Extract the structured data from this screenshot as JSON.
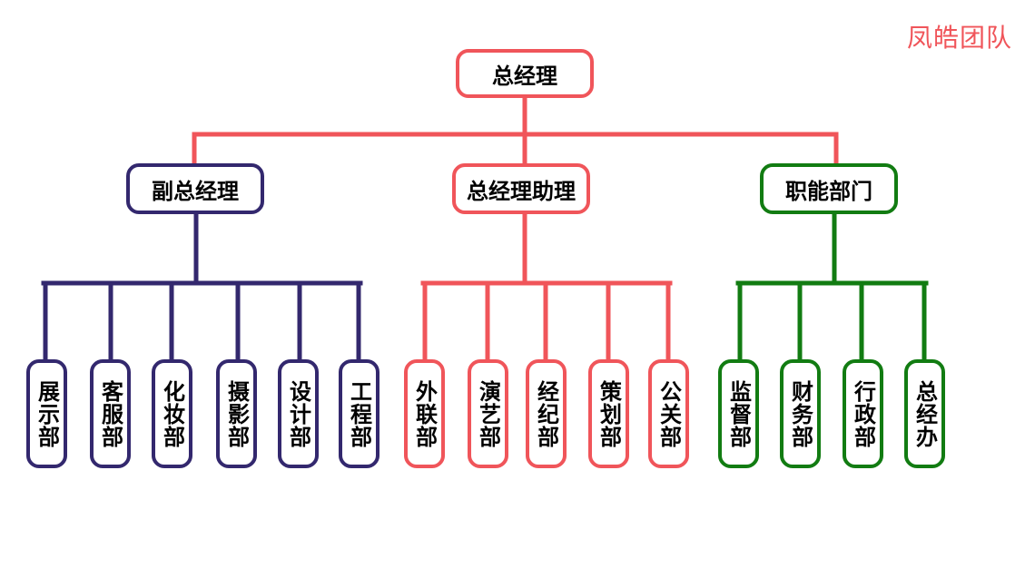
{
  "brand": "凤皓团队",
  "colors": {
    "red": "#f0555a",
    "purple": "#33286e",
    "green": "#127c12"
  },
  "root": {
    "label": "总经理"
  },
  "branches": [
    {
      "label": "副总经理",
      "color": "purple",
      "children": [
        "展示部",
        "客服部",
        "化妆部",
        "摄影部",
        "设计部",
        "工程部"
      ]
    },
    {
      "label": "总经理助理",
      "color": "red",
      "children": [
        "外联部",
        "演艺部",
        "经纪部",
        "策划部",
        "公关部"
      ]
    },
    {
      "label": "职能部门",
      "color": "green",
      "children": [
        "监督部",
        "财务部",
        "行政部",
        "总经办"
      ]
    }
  ]
}
